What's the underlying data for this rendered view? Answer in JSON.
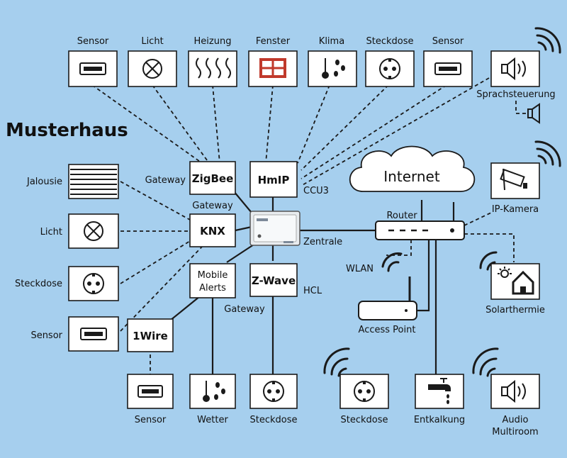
{
  "title": "Musterhaus",
  "top_devices": [
    "Sensor",
    "Licht",
    "Heizung",
    "Fenster",
    "Klima",
    "Steckdose",
    "Sensor"
  ],
  "left_devices": [
    "Jalousie",
    "Licht",
    "Steckdose",
    "Sensor"
  ],
  "bottom_devices": [
    "Sensor",
    "Wetter",
    "Steckdose"
  ],
  "bottom_right_devices": [
    "Steckdose",
    "Entkalkung"
  ],
  "audio": {
    "line1": "Audio",
    "line2": "Multiroom"
  },
  "speech": "Sprachsteuerung",
  "ip_camera": "IP-Kamera",
  "solar": "Solarthermie",
  "hubs": {
    "zigbee": "ZigBee",
    "hmip": "HmIP",
    "knx": "KNX",
    "mobile_line1": "Mobile",
    "mobile_line2": "Alerts",
    "zwave": "Z-Wave",
    "onewire": "1Wire"
  },
  "notes": {
    "gateway_zigbee": "Gateway",
    "gateway_knx": "Gateway",
    "gateway_zwave": "Gateway",
    "ccu3": "CCU3",
    "hcl": "HCL",
    "zentrale": "Zentrale",
    "router": "Router",
    "wlan": "WLAN",
    "access_point": "Access Point",
    "internet": "Internet"
  },
  "colors": {
    "background": "#a6cfee",
    "line": "#1a1a1a",
    "box": "#ffffff"
  }
}
